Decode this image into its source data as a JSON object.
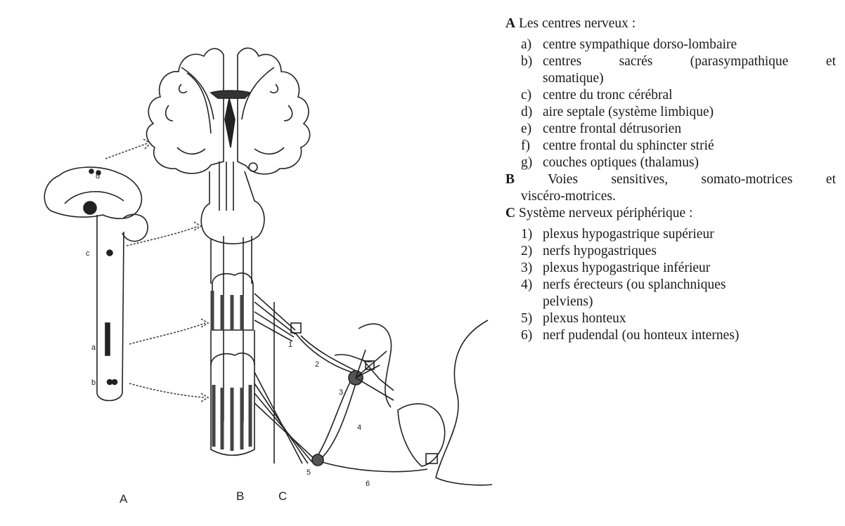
{
  "figure": {
    "section_labels": [
      "A",
      "B",
      "C"
    ],
    "small_labels": {
      "brain_d": "d",
      "brain_c": "c",
      "cord_a": "a",
      "cord_b": "b"
    },
    "path_numbers": [
      "1",
      "2",
      "3",
      "4",
      "5",
      "6"
    ]
  },
  "legend": {
    "A": {
      "letter": "A",
      "title": "Les centres nerveux :",
      "items": [
        {
          "key": "a)",
          "text": "centre sympathique dorso-lombaire"
        },
        {
          "key": "b)",
          "text": "centres sacrés (parasympathique et",
          "cont": "somatique)"
        },
        {
          "key": "c)",
          "text": "centre du tronc cérébral"
        },
        {
          "key": "d)",
          "text": "aire septale (système limbique)"
        },
        {
          "key": "e)",
          "text": "centre frontal détrusorien"
        },
        {
          "key": "f)",
          "text": "centre frontal du sphincter strié"
        },
        {
          "key": "g)",
          "text": "couches optiques (thalamus)"
        }
      ]
    },
    "B": {
      "letter": "B",
      "line1": "Voies sensitives, somato-motrices et",
      "line2": "viscéro-motrices."
    },
    "C": {
      "letter": "C",
      "title": "Système nerveux périphérique :",
      "items": [
        {
          "key": "1)",
          "text": "plexus hypogastrique supérieur"
        },
        {
          "key": "2)",
          "text": "nerfs hypogastriques"
        },
        {
          "key": "3)",
          "text": "plexus hypogastrique inférieur"
        },
        {
          "key": "4)",
          "text": "nerfs érecteurs (ou splanchniques",
          "cont": "pelviens)"
        },
        {
          "key": "5)",
          "text": "plexus honteux"
        },
        {
          "key": "6)",
          "text": "nerf pudendal (ou honteux internes)"
        }
      ]
    }
  }
}
